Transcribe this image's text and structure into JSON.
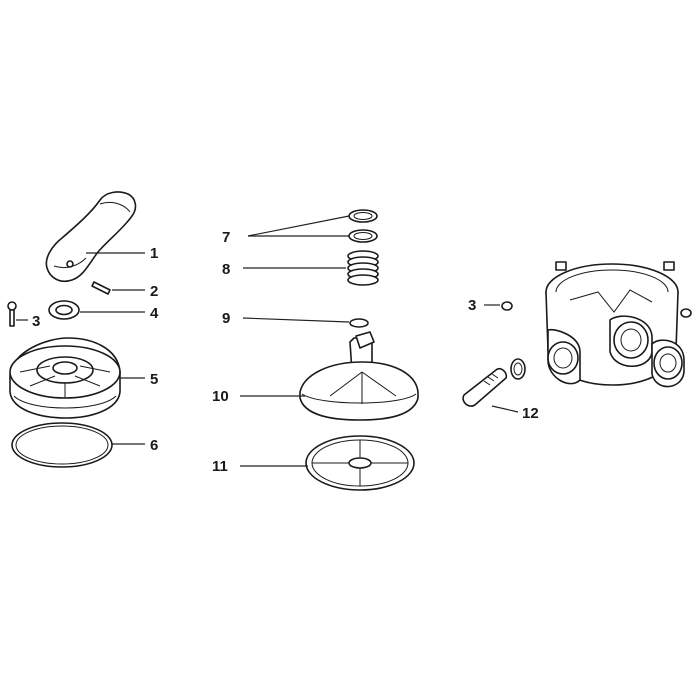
{
  "callouts": [
    {
      "id": "1",
      "text": "1"
    },
    {
      "id": "2",
      "text": "2"
    },
    {
      "id": "3a",
      "text": "3"
    },
    {
      "id": "4",
      "text": "4"
    },
    {
      "id": "5",
      "text": "5"
    },
    {
      "id": "6",
      "text": "6"
    },
    {
      "id": "7",
      "text": "7"
    },
    {
      "id": "8",
      "text": "8"
    },
    {
      "id": "9",
      "text": "9"
    },
    {
      "id": "10",
      "text": "10"
    },
    {
      "id": "11",
      "text": "11"
    },
    {
      "id": "3b",
      "text": "3"
    },
    {
      "id": "12",
      "text": "12"
    }
  ]
}
